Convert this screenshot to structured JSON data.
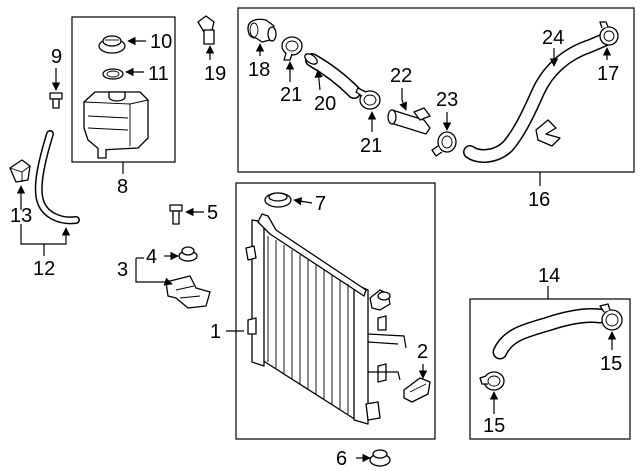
{
  "callouts": {
    "c1": "1",
    "c2": "2",
    "c3": "3",
    "c4": "4",
    "c5": "5",
    "c6": "6",
    "c7": "7",
    "c8": "8",
    "c9": "9",
    "c10": "10",
    "c11": "11",
    "c12": "12",
    "c13": "13",
    "c14": "14",
    "c15a": "15",
    "c15b": "15",
    "c16": "16",
    "c17": "17",
    "c18": "18",
    "c19": "19",
    "c20": "20",
    "c21a": "21",
    "c21b": "21",
    "c22": "22",
    "c23": "23",
    "c24": "24"
  }
}
